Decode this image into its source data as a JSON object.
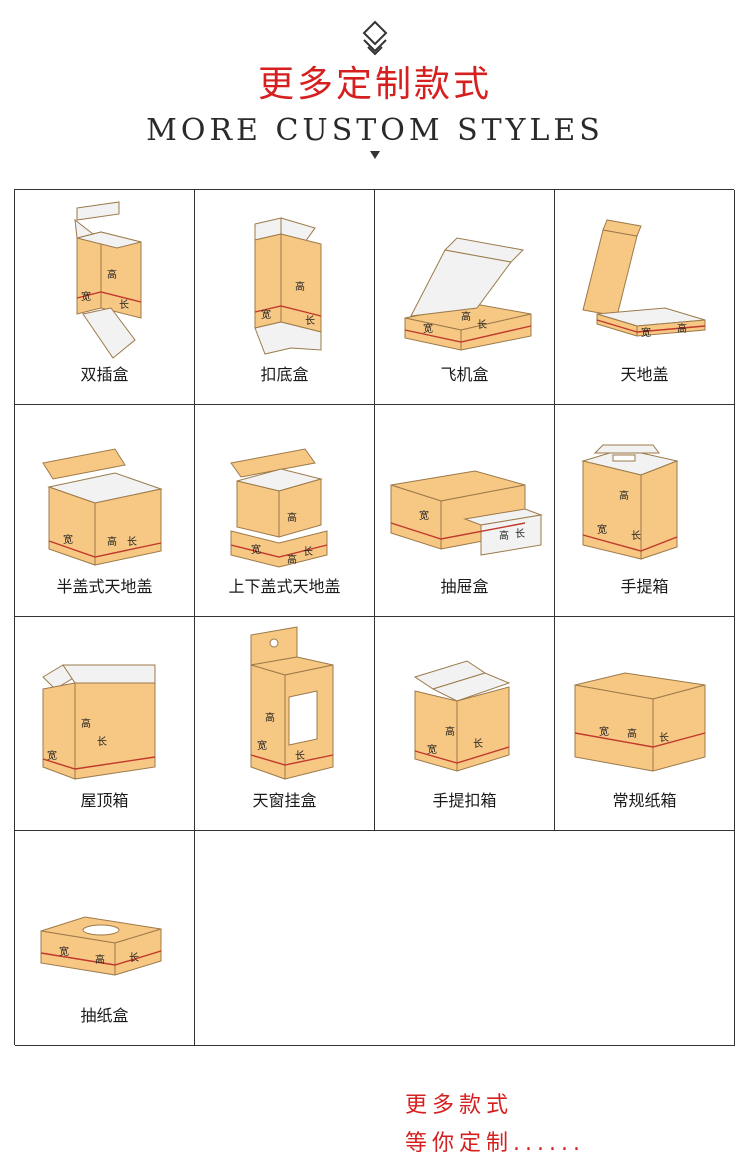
{
  "header": {
    "title_cn": "更多定制款式",
    "title_en": "MORE CUSTOM STYLES"
  },
  "dim_labels": {
    "width": "宽",
    "height": "高",
    "length": "长"
  },
  "colors": {
    "accent": "#d62020",
    "box": "#f7c784",
    "edge": "#9c7a4a",
    "line": "#c0392b"
  },
  "boxes": [
    {
      "name": "双插盒"
    },
    {
      "name": "扣底盒"
    },
    {
      "name": "飞机盒"
    },
    {
      "name": "天地盖"
    },
    {
      "name": "半盖式天地盖"
    },
    {
      "name": "上下盖式天地盖"
    },
    {
      "name": "抽屉盒"
    },
    {
      "name": "手提箱"
    },
    {
      "name": "屋顶箱"
    },
    {
      "name": "天窗挂盒"
    },
    {
      "name": "手提扣箱"
    },
    {
      "name": "常规纸箱"
    },
    {
      "name": "抽纸盒"
    }
  ],
  "more": {
    "line1": "更多款式",
    "line2": "等你定制......"
  }
}
